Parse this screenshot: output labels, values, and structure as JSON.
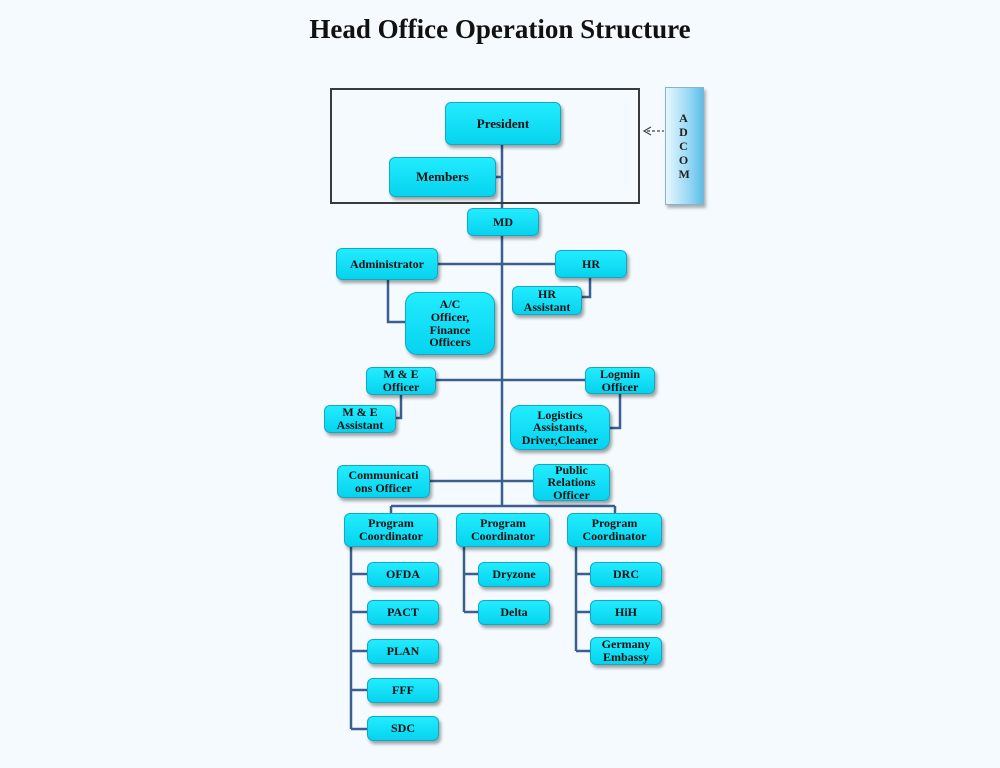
{
  "title": "Head Office Operation Structure",
  "colors": {
    "box_fill": "#08dcf2",
    "connector": "#3b5f8f",
    "background": "#f4fafe",
    "frame": "#3a3a3a"
  },
  "arrow_icon": "dashed-left-arrow",
  "nodes": {
    "adcom": "ADCOM",
    "president": "President",
    "members": "Members",
    "md": "MD",
    "administrator": "Administrator",
    "hr": "HR",
    "hr_assistant": "HR\nAssistant",
    "ac_officer": "A/C\nOfficer,\nFinance\nOfficers",
    "me_officer": "M & E\nOfficer",
    "me_assistant": "M & E\nAssistant",
    "logmin_officer": "Logmin\nOfficer",
    "logistics": "Logistics\nAssistants,\nDriver,Cleaner",
    "communications_officer": "Communicati\nons Officer",
    "public_relations_officer": "Public\nRelations\nOfficer",
    "program_coordinator_1": "Program\nCoordinator",
    "program_coordinator_2": "Program\nCoordinator",
    "program_coordinator_3": "Program\nCoordinator",
    "ofda": "OFDA",
    "pact": "PACT",
    "plan": "PLAN",
    "fff": "FFF",
    "sdc": "SDC",
    "dryzone": "Dryzone",
    "delta": "Delta",
    "drc": "DRC",
    "hih": "HiH",
    "germany_embassy": "Germany\nEmbassy"
  }
}
